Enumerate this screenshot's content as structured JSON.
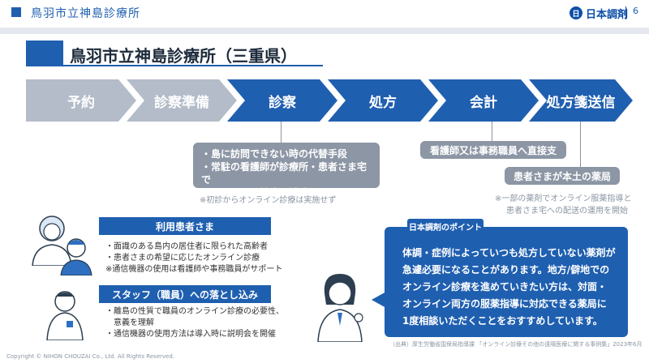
{
  "header": {
    "doc_title": "鳥羽市立神島診療所",
    "logo_mark": "日",
    "logo_text": "日本調剤",
    "page_number": "6"
  },
  "section": {
    "title": "鳥羽市立神島診療所（三重県）"
  },
  "flow": {
    "steps": [
      "予約",
      "診察準備",
      "診察",
      "処方",
      "会計",
      "処方箋送信"
    ]
  },
  "callouts": {
    "exam_lines": [
      "・島に訪問できない時の代替手段",
      "・常駐の看護師が診療所・患者さま宅で",
      "　オンライン診療を補助"
    ],
    "exam_note": "※初診からオンライン診療は実施せず",
    "payment": "看護師又は事務職員へ直接支払",
    "prescription": "患者さまが本土の薬局へ来局",
    "prescription_note_1": "※一部の薬剤でオンライン服薬指導と",
    "prescription_note_2": "患者さま宅への配送の運用を開始"
  },
  "patients": {
    "label": "利用患者さま",
    "lines": [
      "・面識のある島内の居住者に限られた高齢者",
      "・患者さまの希望に応じたオンライン診療",
      "※通信機器の使用は看護師や事務職員がサポート"
    ]
  },
  "staff": {
    "label": "スタッフ（職員）への落とし込み",
    "lines": [
      "・離島の性質で職員のオンライン診療の必要性、",
      "　意義を理解",
      "・通信機器の使用方法は導入時に説明会を開催"
    ]
  },
  "point": {
    "tag": "日本調剤のポイント",
    "lines": [
      "体調・症例によっていつも処方していない薬剤が",
      "急遽必要になることがあります。地方/僻地での",
      "オンライン診療を進めていきたい方は、対面・",
      "オンライン両方の服薬指導に対応できる薬局に",
      "1度相談いただくことをおすすめしています。"
    ]
  },
  "source": "（出典）厚生労働省国保局指導課 「オンライン診療その他の遠隔医療に関する事例集」2023年6月",
  "copyright": "Copyright © NIHON CHOUZAI Co., Ltd. All Rights Reserved.",
  "colors": {
    "brand_blue": "#1f5fb0",
    "step_grey": "#b3bcc8",
    "callout_grey": "#8c96a5"
  },
  "icons": [
    "doctor-icon",
    "elderly-woman-icon",
    "young-man-icon",
    "staff-icon"
  ]
}
